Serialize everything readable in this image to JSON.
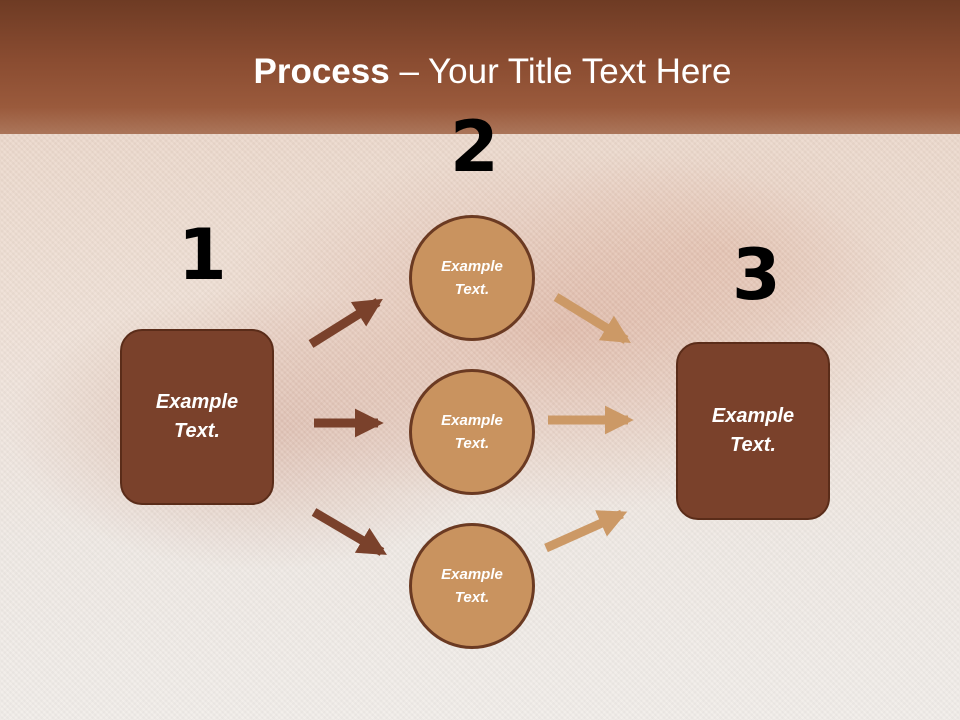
{
  "title": {
    "bold": "Process",
    "rest": " – Your Title Text Here"
  },
  "steps": {
    "one": "1",
    "two": "2",
    "three": "3"
  },
  "box_left": {
    "line1": "Example",
    "line2": "Text."
  },
  "box_right": {
    "line1": "Example",
    "line2": "Text."
  },
  "circles": [
    {
      "line1": "Example",
      "line2": "Text."
    },
    {
      "line1": "Example",
      "line2": "Text."
    },
    {
      "line1": "Example",
      "line2": "Text."
    }
  ],
  "colors": {
    "title_band": "#8a4c31",
    "box_fill": "#7a412b",
    "circle_fill": "#c9935f",
    "arrow_dark": "#7a412b",
    "arrow_light": "#c9935f"
  }
}
